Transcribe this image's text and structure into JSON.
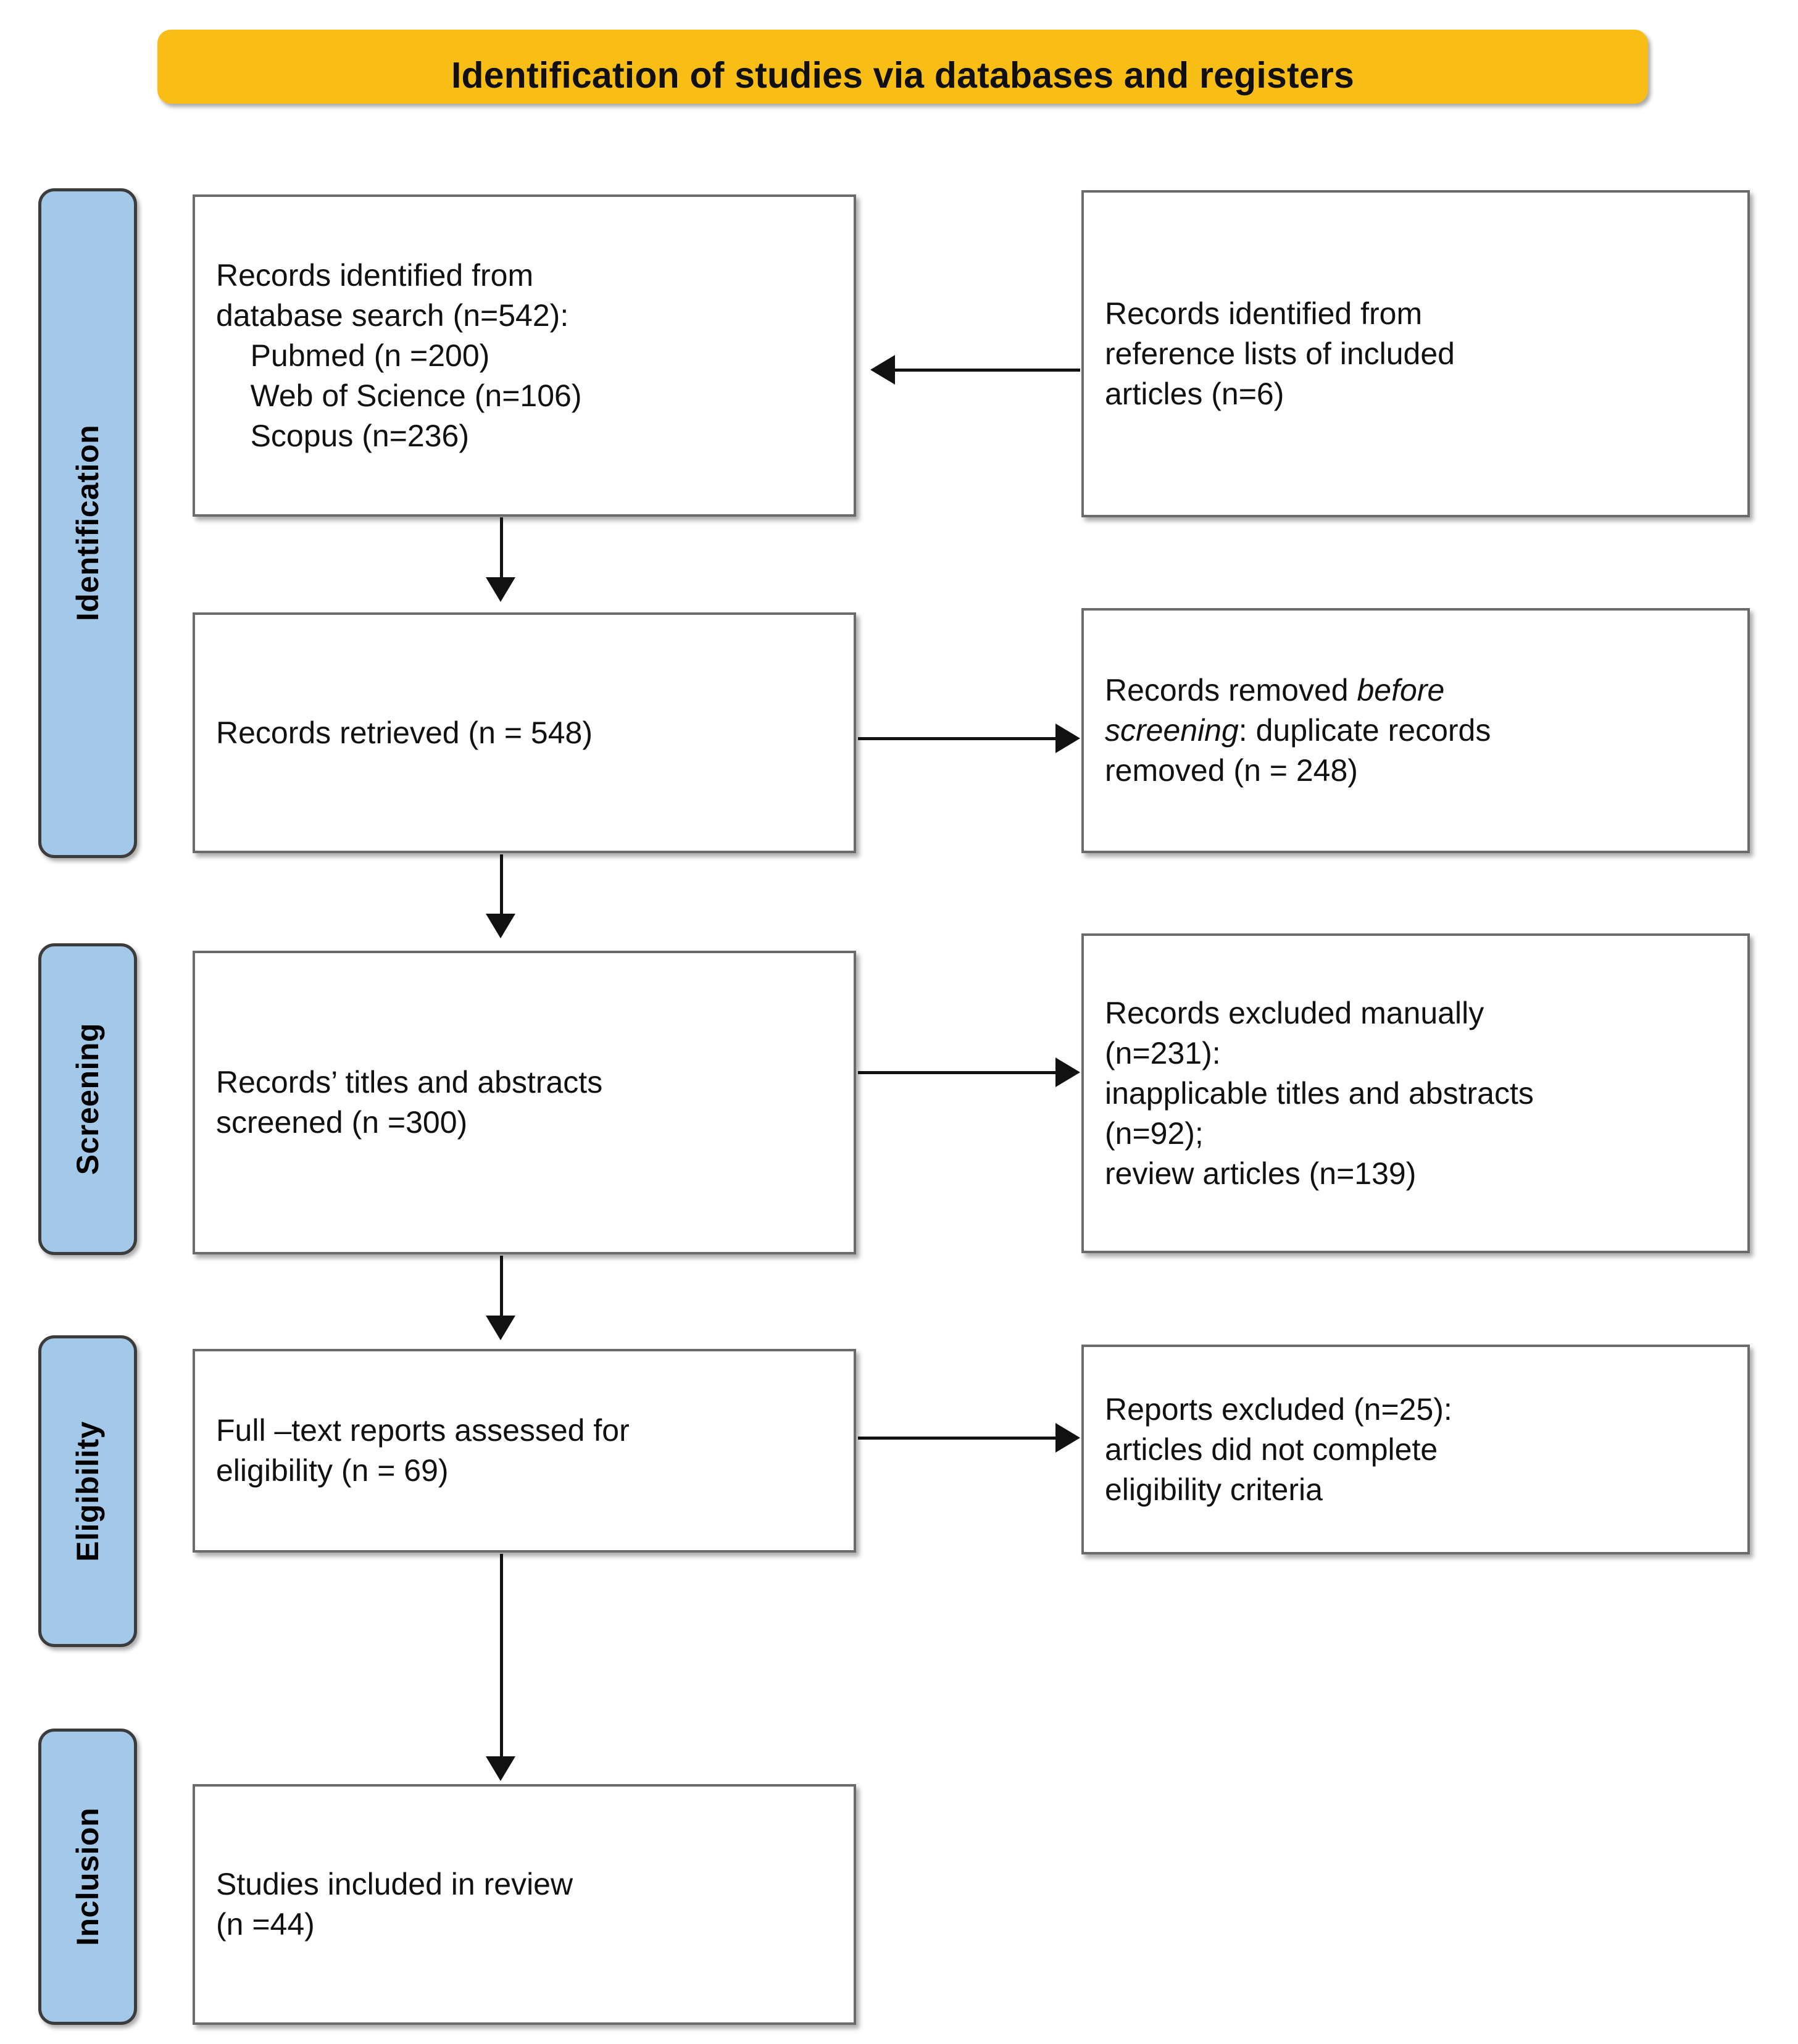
{
  "banner": {
    "title": "Identification of studies via databases and registers",
    "background_color": "#F9BE15"
  },
  "stages": [
    {
      "label": "Identification"
    },
    {
      "label": "Screening"
    },
    {
      "label": "Eligibility"
    },
    {
      "label": "Inclusion"
    }
  ],
  "stage_color": "#A4C9E8",
  "boxes": {
    "identified_database": {
      "line1": "Records identified from",
      "line2": "database search (n=542):",
      "line3": "    Pubmed (n =200)",
      "line4": "    Web of Science (n=106)",
      "line5": "    Scopus (n=236)"
    },
    "identified_references": {
      "line1": "Records identified from",
      "line2": "reference lists of included",
      "line3": "articles (n=6)"
    },
    "records_retrieved": {
      "line1": "Records retrieved (n = 548)"
    },
    "records_removed": {
      "part1": "Records removed ",
      "italic1": "before",
      "part2": "\n",
      "italic2": "screening",
      "part3": ": duplicate records\nremoved (n = 248)"
    },
    "records_screened": {
      "line1": "Records’ titles and abstracts",
      "line2": "screened (n =300)"
    },
    "records_excluded": {
      "line1": "Records excluded manually",
      "line2": "(n=231):",
      "line3": "inapplicable titles and abstracts",
      "line4": "(n=92);",
      "line5": "review articles (n=139)"
    },
    "fulltext_assessed": {
      "line1": "Full –text reports assessed for",
      "line2": "eligibility (n = 69)"
    },
    "reports_excluded": {
      "line1": "Reports excluded (n=25):",
      "line2": "articles did not complete",
      "line3": "eligibility criteria"
    },
    "studies_included": {
      "line1": "Studies included in review",
      "line2": "(n =44)"
    }
  },
  "chart_data": {
    "type": "diagram",
    "title": "Identification of studies via databases and registers",
    "diagram_kind": "PRISMA flow diagram",
    "stages": [
      "Identification",
      "Screening",
      "Eligibility",
      "Inclusion"
    ],
    "nodes": [
      {
        "id": "identified_database",
        "stage": "Identification",
        "column": "left",
        "label": "Records identified from database search (n=542): Pubmed (n =200) Web of Science (n=106) Scopus (n=236)",
        "n": 542,
        "breakdown": {
          "Pubmed": 200,
          "Web of Science": 106,
          "Scopus": 236
        }
      },
      {
        "id": "identified_references",
        "stage": "Identification",
        "column": "right",
        "label": "Records identified from reference lists of included articles (n=6)",
        "n": 6
      },
      {
        "id": "records_retrieved",
        "stage": "Identification",
        "column": "left",
        "label": "Records retrieved (n = 548)",
        "n": 548
      },
      {
        "id": "records_removed",
        "stage": "Identification",
        "column": "right",
        "label": "Records removed before screening: duplicate records removed (n = 248)",
        "n": 248
      },
      {
        "id": "records_screened",
        "stage": "Screening",
        "column": "left",
        "label": "Records' titles and abstracts screened (n =300)",
        "n": 300
      },
      {
        "id": "records_excluded",
        "stage": "Screening",
        "column": "right",
        "label": "Records excluded manually (n=231): inapplicable titles and abstracts (n=92); review articles (n=139)",
        "n": 231,
        "breakdown": {
          "inapplicable titles and abstracts": 92,
          "review articles": 139
        }
      },
      {
        "id": "fulltext_assessed",
        "stage": "Eligibility",
        "column": "left",
        "label": "Full -text reports assessed for eligibility (n = 69)",
        "n": 69
      },
      {
        "id": "reports_excluded",
        "stage": "Eligibility",
        "column": "right",
        "label": "Reports excluded (n=25): articles did not complete eligibility criteria",
        "n": 25
      },
      {
        "id": "studies_included",
        "stage": "Inclusion",
        "column": "left",
        "label": "Studies included in review (n =44)",
        "n": 44
      }
    ],
    "edges": [
      {
        "from": "identified_references",
        "to": "identified_database",
        "direction": "left"
      },
      {
        "from": "identified_database",
        "to": "records_retrieved",
        "direction": "down"
      },
      {
        "from": "records_retrieved",
        "to": "records_removed",
        "direction": "right"
      },
      {
        "from": "records_retrieved",
        "to": "records_screened",
        "direction": "down"
      },
      {
        "from": "records_screened",
        "to": "records_excluded",
        "direction": "right"
      },
      {
        "from": "records_screened",
        "to": "fulltext_assessed",
        "direction": "down"
      },
      {
        "from": "fulltext_assessed",
        "to": "reports_excluded",
        "direction": "right"
      },
      {
        "from": "fulltext_assessed",
        "to": "studies_included",
        "direction": "down"
      }
    ]
  }
}
